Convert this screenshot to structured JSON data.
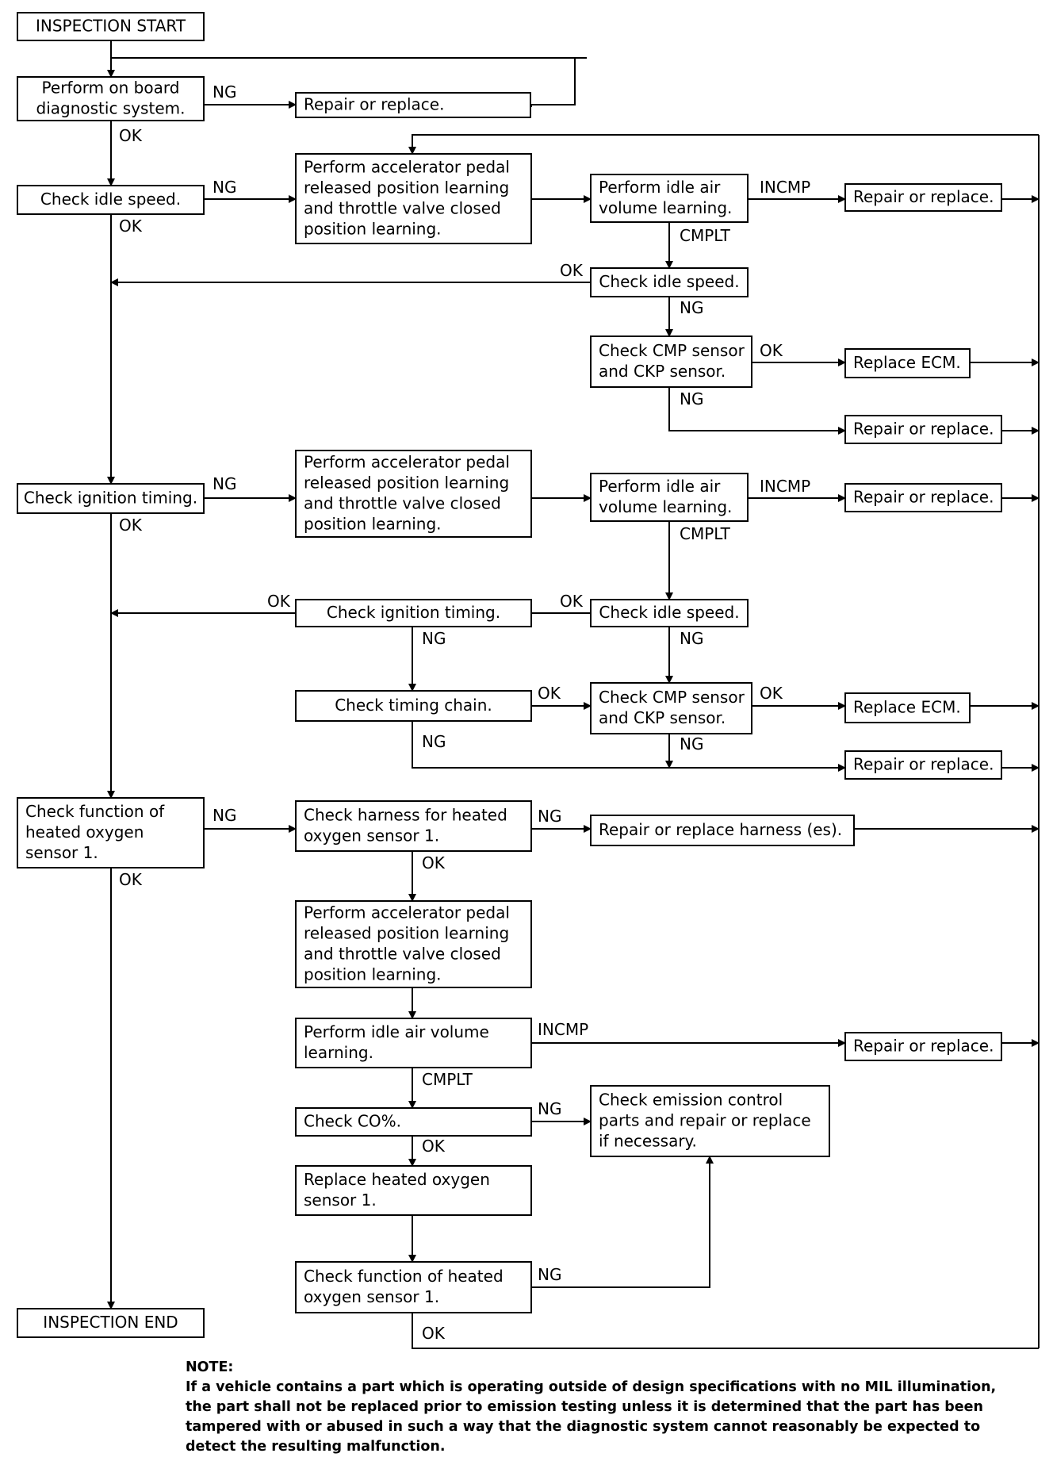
{
  "boxes": {
    "start": [
      "INSPECTION START"
    ],
    "obd": [
      "Perform on board",
      "diagnostic system."
    ],
    "repair_obd": [
      "Repair or replace."
    ],
    "idle1": [
      "Check idle speed."
    ],
    "learn1": [
      "Perform accelerator pedal",
      "released position learning",
      "and throttle valve closed",
      "position learning."
    ],
    "iav1": [
      "Perform idle air",
      "volume learning."
    ],
    "rep_iav1": [
      "Repair or replace."
    ],
    "idle1b": [
      "Check idle speed."
    ],
    "cmp1": [
      "Check CMP sensor",
      "and CKP sensor."
    ],
    "ecm1": [
      "Replace ECM."
    ],
    "rep_cmp1": [
      "Repair or replace."
    ],
    "ign": [
      "Check ignition timing."
    ],
    "learn2": [
      "Perform accelerator pedal",
      "released position learning",
      "and throttle valve closed",
      "position learning."
    ],
    "iav2": [
      "Perform idle air",
      "volume learning."
    ],
    "rep_iav2": [
      "Repair or replace."
    ],
    "ign2": [
      "Check ignition timing."
    ],
    "idle2": [
      "Check idle speed."
    ],
    "chain": [
      "Check timing chain."
    ],
    "cmp2": [
      "Check CMP sensor",
      "and CKP sensor."
    ],
    "ecm2": [
      "Replace ECM."
    ],
    "rep_cmp2": [
      "Repair or replace."
    ],
    "o2": [
      "Check function of",
      "heated oxygen",
      "sensor 1."
    ],
    "harness": [
      "Check harness for heated",
      "oxygen sensor 1."
    ],
    "rep_harness": [
      "Repair or replace harness (es)."
    ],
    "learn3": [
      "Perform accelerator pedal",
      "released position learning",
      "and throttle valve closed",
      "position learning."
    ],
    "iav3": [
      "Perform idle air volume",
      "learning."
    ],
    "rep_iav3": [
      "Repair or replace."
    ],
    "co": [
      "Check CO%."
    ],
    "emission": [
      "Check emission control",
      "parts and repair or replace",
      "if necessary."
    ],
    "replace_o2": [
      "Replace heated oxygen",
      "sensor 1."
    ],
    "o2b": [
      "Check function of heated",
      "oxygen sensor 1."
    ],
    "end": [
      "INSPECTION END"
    ]
  },
  "edge_labels": {
    "ng": "NG",
    "ok": "OK",
    "incmp": "INCMP",
    "cmplt": "CMPLT"
  },
  "note": {
    "title": "NOTE:",
    "lines": [
      "If a vehicle contains a part which is operating outside of design specifications with no MIL illumination,",
      "the part shall not be replaced prior to emission testing unless it is determined that the part has been",
      "tampered with or abused in such a way that the diagnostic system cannot reasonably be expected to",
      "detect the resulting malfunction."
    ]
  }
}
